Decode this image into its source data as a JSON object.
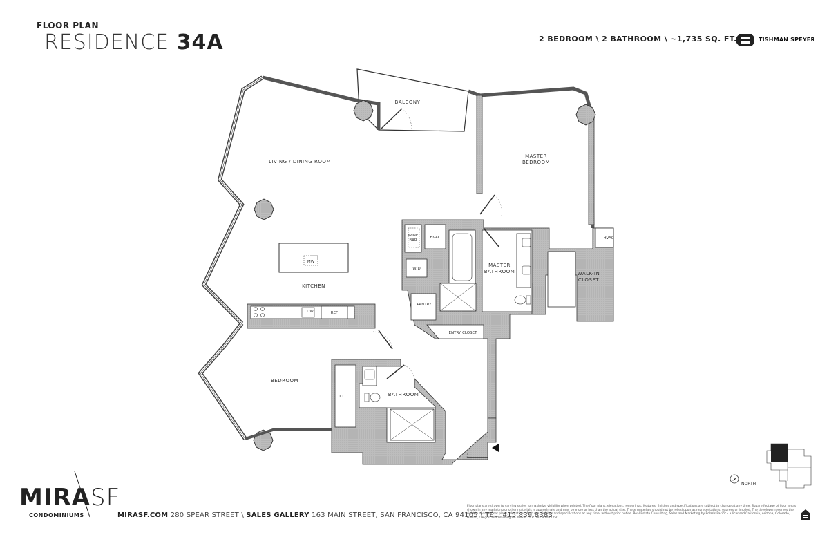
{
  "header": {
    "kicker": "FLOOR PLAN",
    "title_prefix": "RESIDENCE",
    "title_unit": "34A",
    "stats": "2 BEDROOM  \\  2 BATHROOM  \\  ~1,735 SQ. FT."
  },
  "brand": {
    "developer": "TISHMAN SPEYER",
    "logo_main": "MIRA",
    "logo_sf": "SF",
    "logo_sub": "CONDOMINIUMS"
  },
  "rooms": {
    "balcony": "BALCONY",
    "living": "LIVING / DINING ROOM",
    "master_bedroom_1": "MASTER",
    "master_bedroom_2": "BEDROOM",
    "kitchen": "KITCHEN",
    "master_bath_1": "MASTER",
    "master_bath_2": "BATHROOM",
    "walk_in_1": "WALK-IN",
    "walk_in_2": "CLOSET",
    "bedroom": "BEDROOM",
    "bathroom": "BATHROOM",
    "pantry": "PANTRY",
    "entry_closet": "ENTRY CLOSET"
  },
  "fixtures": {
    "mw": "MW",
    "dw": "DW",
    "ref": "REF",
    "hvac": "HVAC",
    "wine_1": "WINE",
    "wine_2": "BAR",
    "wd": "W/D",
    "cl": "CL"
  },
  "footer": {
    "site": "MIRASF.COM",
    "address": "280 SPEAR STREET",
    "sep": "\\",
    "gallery_label": "SALES GALLERY",
    "gallery_address": "163 MAIN STREET, SAN FRANCISCO, CA 94105",
    "phone": "TEL. 415.839.8383"
  },
  "north_label": "NORTH",
  "disclaimer": "Floor plans are drawn to varying scales to maximize visibility when printed. The floor plans, elevations, renderings, features, finishes and specifications are subject to change at any time. Square footage of floor areas shown in any marketing or other materials is approximate and may be more or less than the actual size. These materials should not be relied upon as representations, express or implied. The developer reserves the right to change floor plans, elevations, features, finishes and specifications at any time, without prior notice. Real Estate Consulting, Sales and Marketing by Polaris Pacific - a licensed California, Arizona, Colorado, Hawaii, Oregon and Washington Broker - CA DRE #1477250"
}
